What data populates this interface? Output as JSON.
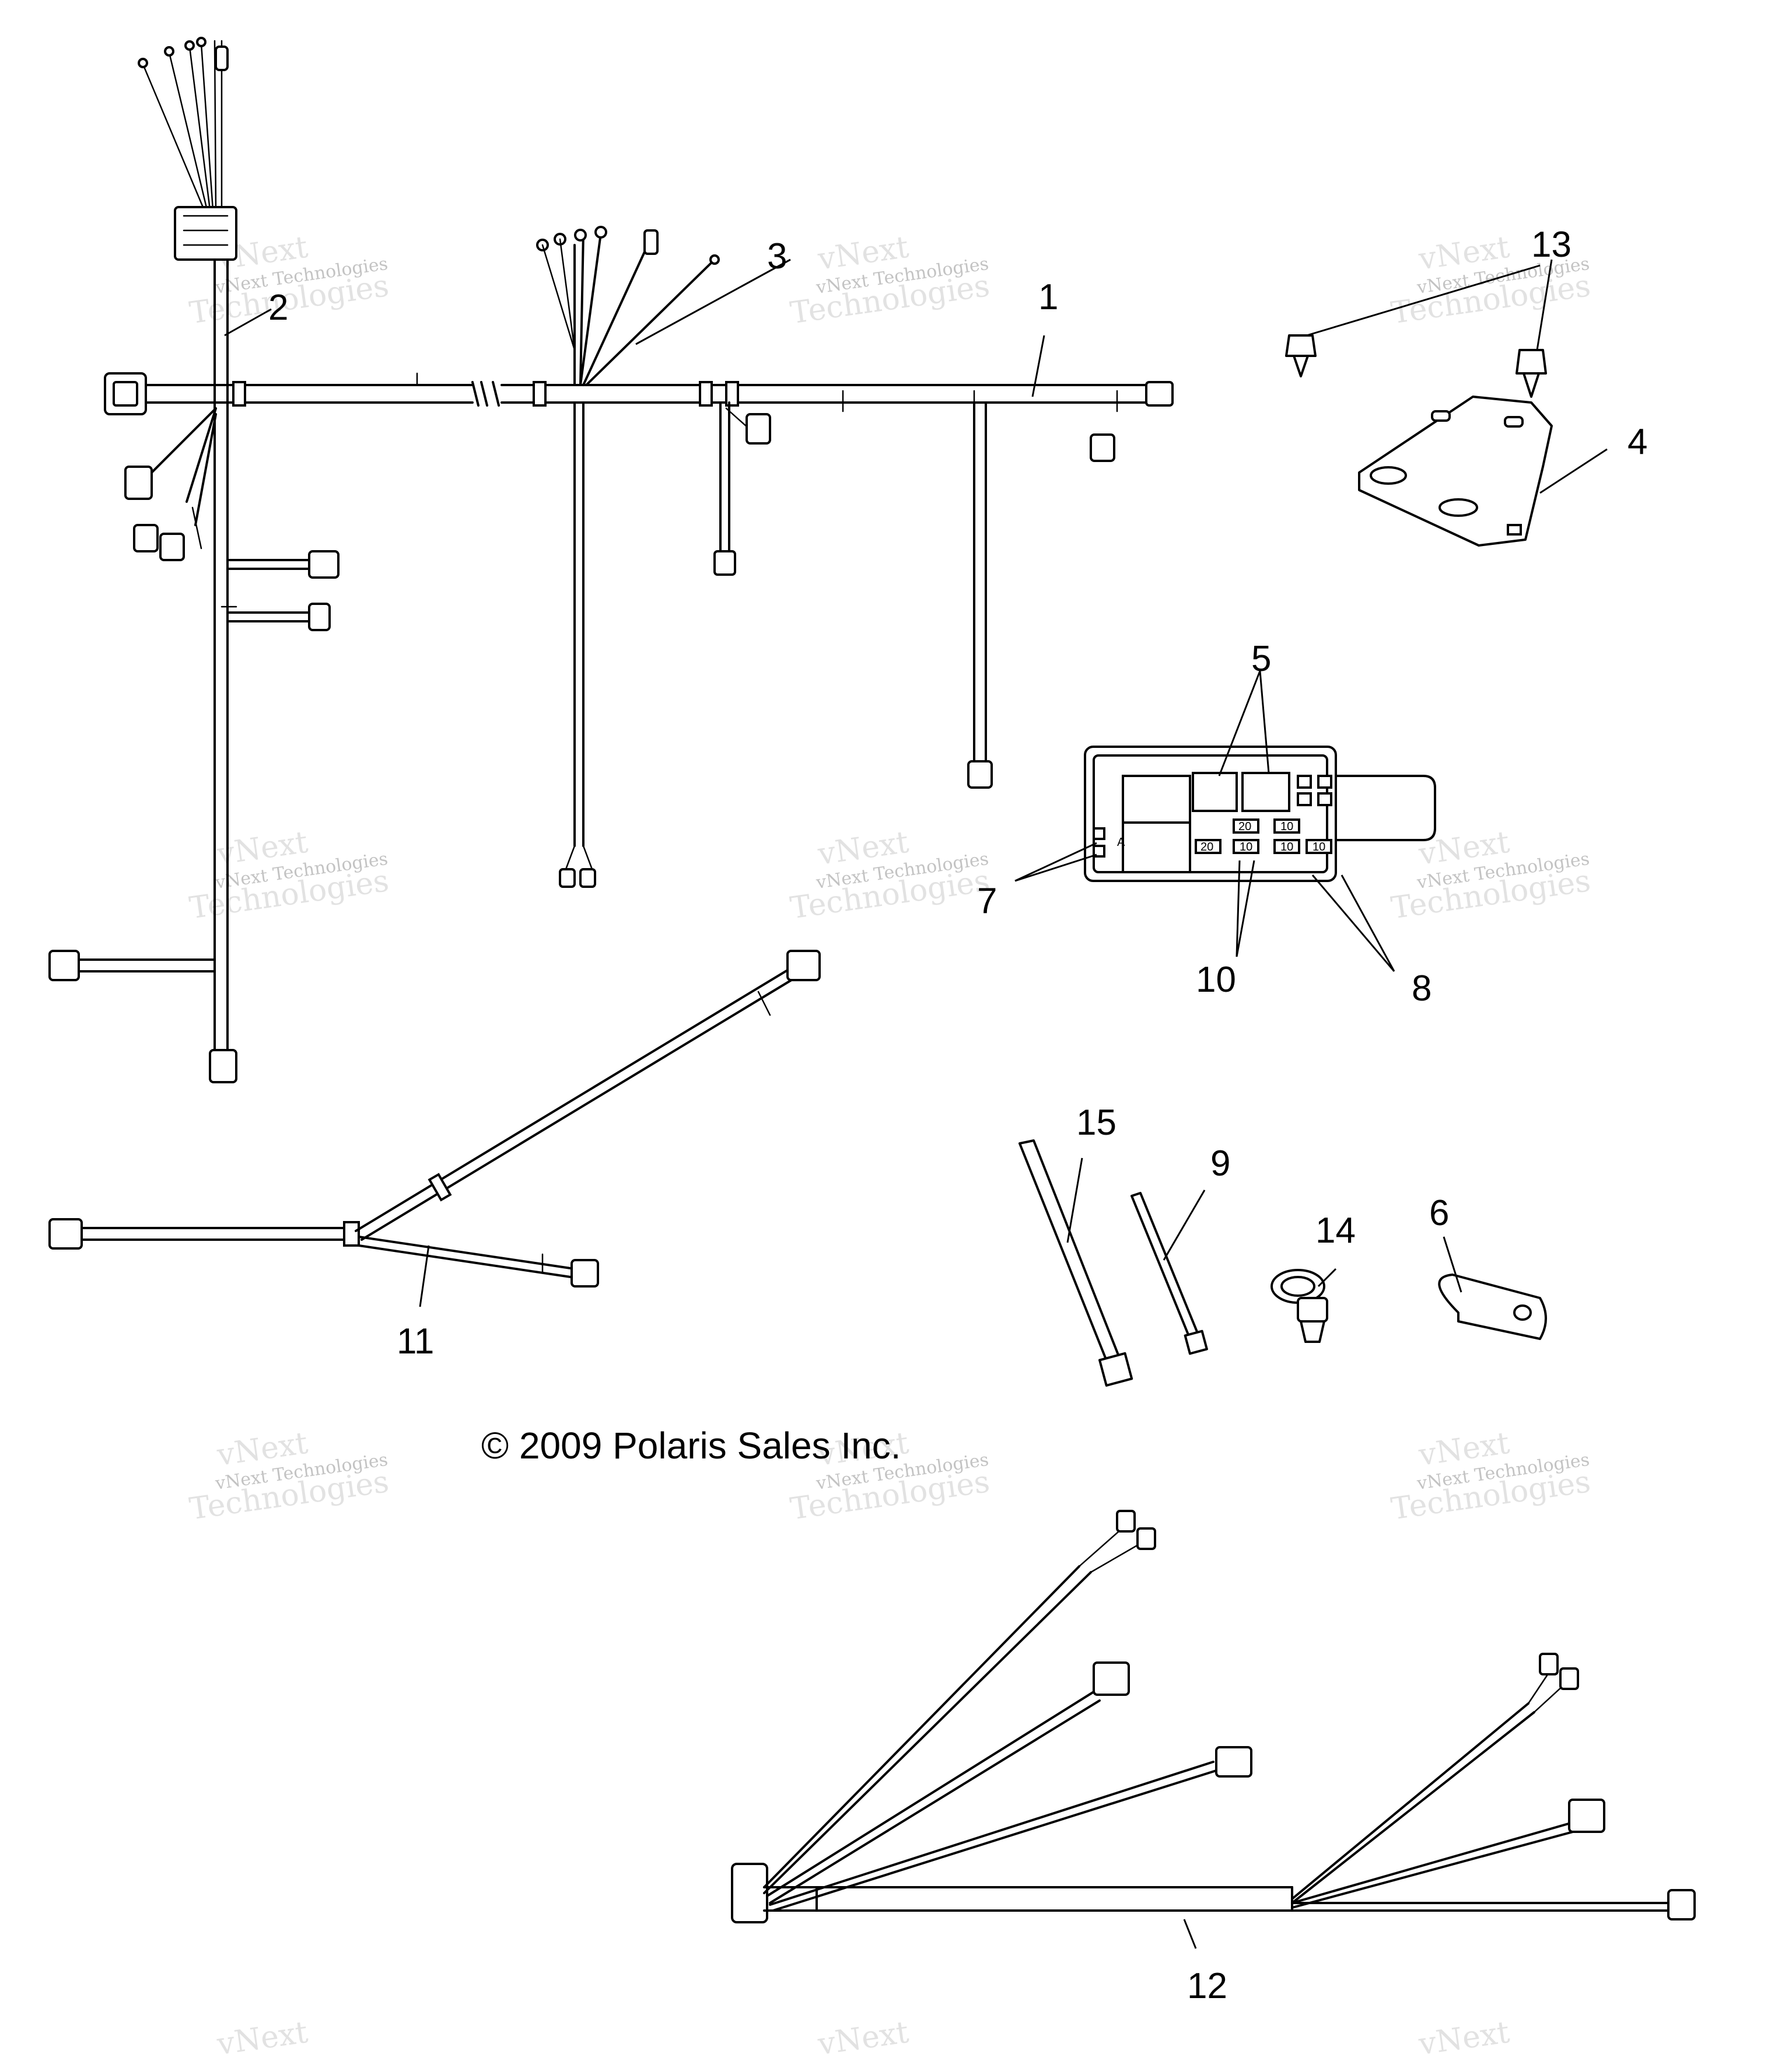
{
  "callouts": [
    {
      "id": "1",
      "label": "1"
    },
    {
      "id": "2",
      "label": "2"
    },
    {
      "id": "3",
      "label": "3"
    },
    {
      "id": "4",
      "label": "4"
    },
    {
      "id": "5",
      "label": "5"
    },
    {
      "id": "6",
      "label": "6"
    },
    {
      "id": "7",
      "label": "7"
    },
    {
      "id": "8",
      "label": "8"
    },
    {
      "id": "9",
      "label": "9"
    },
    {
      "id": "10",
      "label": "10"
    },
    {
      "id": "11",
      "label": "11"
    },
    {
      "id": "12",
      "label": "12"
    },
    {
      "id": "13",
      "label": "13"
    },
    {
      "id": "14",
      "label": "14"
    },
    {
      "id": "15",
      "label": "15"
    }
  ],
  "copyright": "© 2009 Polaris Sales Inc.",
  "watermark": {
    "line1": "vNext Technologies",
    "line2": "vNext",
    "line3": "Technologies"
  },
  "fuse_labels": {
    "f1": "20",
    "f2": "10",
    "f3": "20",
    "f4": "10",
    "f5": "10",
    "f6": "10",
    "relay": "A"
  }
}
